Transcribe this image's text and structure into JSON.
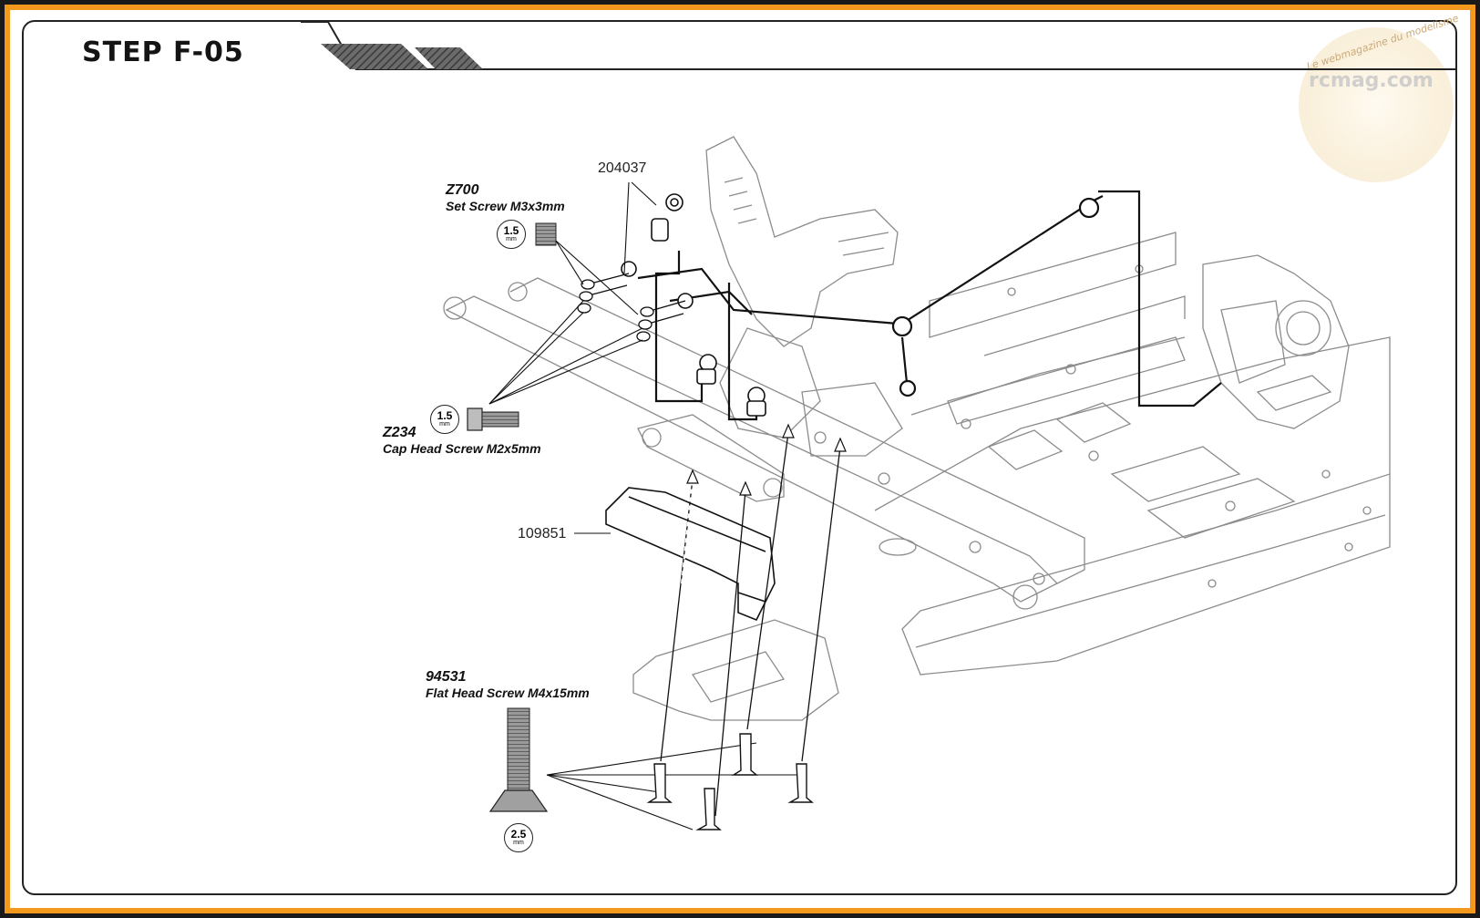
{
  "header": {
    "step_title": "STEP F-05"
  },
  "parts": {
    "ball_link": {
      "number": "204037"
    },
    "set_screw": {
      "code": "Z700",
      "description": "Set Screw M3x3mm",
      "tool": {
        "size": "1.5",
        "unit": "mm"
      }
    },
    "cap_screw": {
      "code": "Z234",
      "description": "Cap Head Screw M2x5mm",
      "tool": {
        "size": "1.5",
        "unit": "mm"
      }
    },
    "skid_plate": {
      "number": "109851"
    },
    "flat_screw": {
      "code": "94531",
      "description": "Flat Head Screw M4x15mm",
      "tool": {
        "size": "2.5",
        "unit": "mm"
      }
    }
  },
  "watermark": {
    "site": "rcmag.com",
    "tagline": "Le webmagazine du modelisme"
  },
  "colors": {
    "frame": "#f39a1e",
    "ink": "#1a1a1a",
    "hatch": "#555555",
    "line_art": "#8c8c8c"
  }
}
